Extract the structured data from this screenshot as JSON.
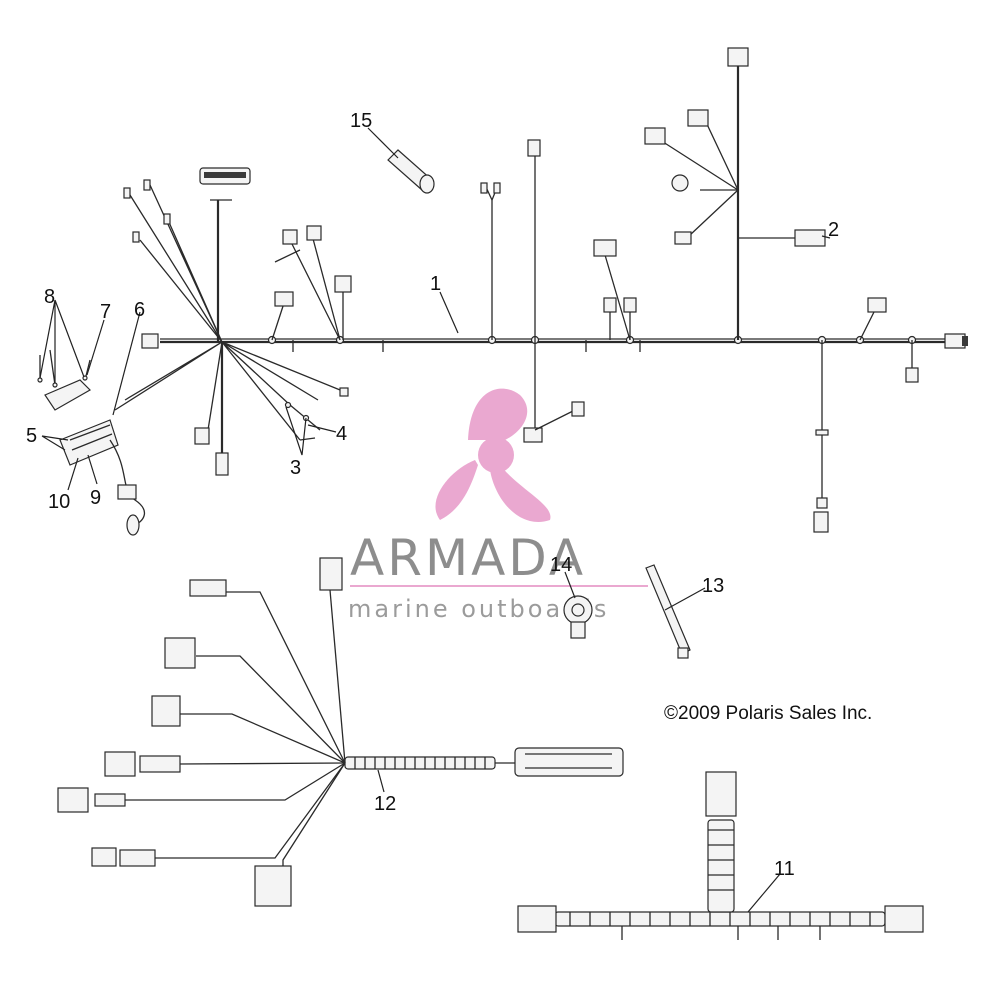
{
  "callouts": [
    "1",
    "2",
    "3",
    "4",
    "5",
    "6",
    "7",
    "8",
    "9",
    "10",
    "11",
    "12",
    "13",
    "14",
    "15"
  ],
  "watermark": {
    "brand": "ARMADA",
    "tagline": "marine outboards",
    "accent_color": "#e79ac8"
  },
  "copyright": "©2009 Polaris Sales Inc."
}
